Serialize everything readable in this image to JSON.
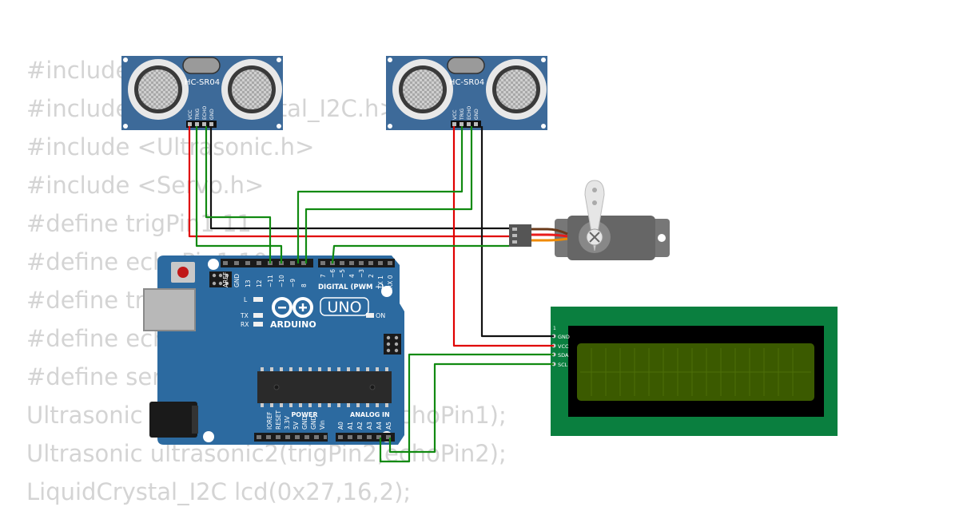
{
  "code_lines": [
    "#include <Wire.h>",
    "#include <LiquidCrystal_I2C.h>",
    "#include <Ultrasonic.h>",
    "#include <Servo.h>",
    "#define trigPin1 11",
    "#define echoPin1 10",
    "#define trigPin2 9",
    "#define echoPin2 8",
    "#define servoPin 6",
    "Ultrasonic ultrasonic1(trigPin1,echoPin1);",
    "Ultrasonic ultrasonic2(trigPin2,echoPin2);",
    "LiquidCrystal_I2C lcd(0x27,16,2);"
  ],
  "sensor_left": {
    "model": "HC-SR04",
    "pins": [
      "VCC",
      "TRIG",
      "ECHO",
      "GND"
    ]
  },
  "sensor_right": {
    "model": "HC-SR04",
    "pins": [
      "VCC",
      "TRIG",
      "ECHO",
      "GND"
    ]
  },
  "arduino": {
    "brand": "ARDUINO",
    "model": "UNO",
    "digital_header": "DIGITAL (PWM ~)",
    "power_header": "POWER",
    "analog_header": "ANALOG IN",
    "on_label": "ON",
    "led_l": "L",
    "led_tx": "TX",
    "led_rx": "RX",
    "digital_left_pins": [
      "AREF",
      "GND",
      "13",
      "12",
      "~11",
      "~10",
      "~9",
      "8"
    ],
    "digital_right_pins": [
      "7",
      "~6",
      "~5",
      "4",
      "~3",
      "2",
      "TX 1",
      "RX 0"
    ],
    "power_pins": [
      "IOREF",
      "RESET",
      "3.3V",
      "5V",
      "GND",
      "GND",
      "Vin"
    ],
    "analog_pins": [
      "A0",
      "A1",
      "A2",
      "A3",
      "A4",
      "A5"
    ]
  },
  "lcd": {
    "pin1_marker": "1",
    "pins": [
      "GND",
      "VCC",
      "SDA",
      "SCL"
    ]
  },
  "colors": {
    "board_blue": "#2c6aa0",
    "sensor_blue": "#3d6a99",
    "lcd_green": "#0a7f3f",
    "lcd_screen": "#3b5a00",
    "wire_red": "#e00000",
    "wire_green": "#118a11",
    "wire_black": "#111111",
    "servo_gray": "#666666",
    "code_gray": "#d4d4d4"
  }
}
